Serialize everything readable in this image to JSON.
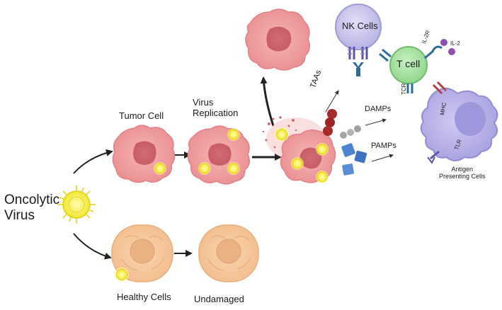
{
  "labels": {
    "oncolytic_virus": [
      "Oncolytic",
      "Virus"
    ],
    "tumor_cell": "Tumor Cell",
    "virus_replication": [
      "Virus",
      "Replication"
    ],
    "healthy_cells": "Healthy Cells",
    "undamaged": "Undamaged",
    "nk_cells": "NK Cells",
    "t_cell": "T cell",
    "taas": "TAAs",
    "damps": "DAMPs",
    "pamps": "PAMPs",
    "il2r": "IL-2R",
    "il2": "IL-2",
    "tcr": "TCR",
    "mhc": "MHC",
    "tlr": "TLR",
    "apc": [
      "Antigen",
      "Presenting Cells"
    ]
  },
  "colors": {
    "tumor": "#ef9a9a",
    "tumor_core": "#c9646c",
    "healthy": "#f6c79d",
    "virus": "#f3ea2c",
    "nk": "#c7c4eb",
    "tcell": "#a6dfa3",
    "apc": "#b9b4e8",
    "taa": "#a32a2a",
    "pamp": "#4f84cf",
    "damp": "#9a9a9a"
  }
}
